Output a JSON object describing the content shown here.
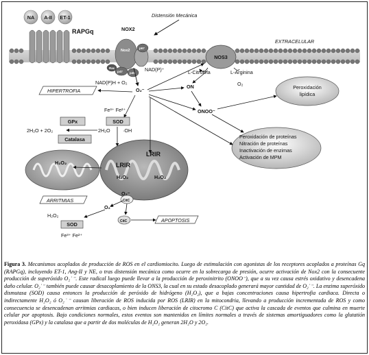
{
  "figure": {
    "receptor_ligands": [
      "NA",
      "A-II",
      "ET-1"
    ],
    "receptor": "RAPGq",
    "nox2": "NOX2",
    "nox_subunits": [
      "Nox2",
      "p22phox",
      "p47phox",
      "p67phox",
      "p40phox",
      "Rac"
    ],
    "nadp": "NAD(P)⁺",
    "nadph_o2": "NAD(P)H + O₂",
    "stretch": "Distensión Mecánica",
    "extracellular": "EXTRACELULAR",
    "nos3": "NOS3",
    "l_citrulina": "L-Citrulina",
    "l_arginina": "L-Arginina",
    "o2": "O₂",
    "superoxide": "O₂⁻",
    "on": "ON",
    "onoo": "ONOO⁻",
    "lipid_perox": [
      "Peroxidación",
      "lipídica"
    ],
    "protein_effects": [
      "Peroxidación de proteínas",
      "Nitración de proteínas",
      "Inactivación de enzimas",
      "Activación de MPM"
    ],
    "hipertrofia": "HIPERTROFIA",
    "fe": "Fe³⁺  Fe²⁺",
    "gpx": "GPx",
    "sod": "SOD",
    "catalasa": "Catalasa",
    "h2o_2o2": "2H₂O + 2O₂",
    "h2o2_2": "2H₂O",
    "oh": "·OH",
    "lrir": "LRIR",
    "h2o2": "H₂O₂",
    "arritmias": "ARRITMIAS",
    "citc": "CitC",
    "apoptosis": "APOPTOSIS",
    "fe_bottom": "Fe³⁺  Fe²⁺"
  },
  "caption": {
    "label": "Figura 3.",
    "text": "Mecanismos acoplados de producción de ROS en el cardiomiocito. Luego de estimulación con agonistas de los receptores acoplados a proteínas Gq (RAPGq), incluyendo ET-1, Ang-II y NE, o tras distensión mecánica como ocurre en la sobrecarga de presión, ocurre activación de Nox2 con la consecuente producción de superóxido O₂˙⁻. Este radical luego puede llevar a la producción de peroxinitrito (ONOO⁻), que a su vez causa estrés oxidativo y desencadena daño celular. O₂˙⁻ también puede causar desacoplamiento de la ONS3, la cual en su estado desacoplado generará mayor cantidad de O₂˙⁻. La enzima superóxido dismutasa (SOD) causa entonces la producción de peróxido de hidrógeno (H₂O₂), que a bajas concentraciones causa hipertrofia cardiaca. Directa o indirectamente H₂O₂ ó O₂˙⁻ causan liberación de ROS inducida por ROS (LRIR) en la mitocondria, llevando a producción incrementada de ROS y como consecuencia se desencadenan arritmias cardiacas, o bien inducen liberación de citocromo C (CitC) que activa la cascada de eventos que culmina en muerte celular por apoptosis. Bajo condiciones normales, estos eventos son mantenidos en límites normales a través de sistemas amortiguadores como la glutatión peroxidasa (GPx) y la catalasa que a partir de dos moléculas de H₂O₂ generan 2H₂O y 2O₂."
  }
}
